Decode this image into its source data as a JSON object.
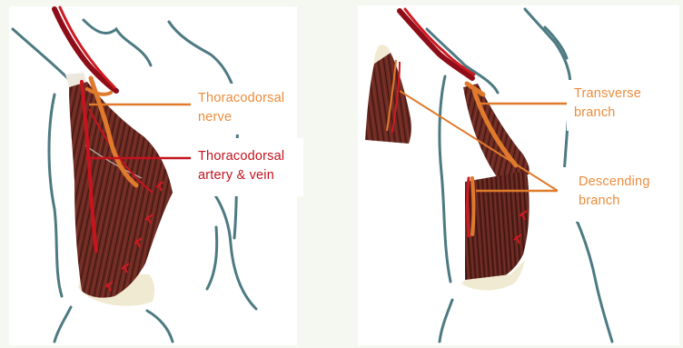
{
  "colors": {
    "background": "#f4f8f1",
    "panel": "#ffffff",
    "nerve_label": "#ec8c3b",
    "vessel_label": "#c4121e",
    "muscle": "#6b2a22",
    "muscle_fiber": "#3d1410",
    "tendon": "#f1ead2",
    "nerve": "#e07a2c",
    "artery": "#d01a22",
    "artery_dark": "#8e0d18",
    "body_outline": "#4d7a82"
  },
  "figure": {
    "left_panel": {
      "labels": {
        "nerve": "Thoracodorsal\nnerve",
        "vessel": "Thoracodorsal\nartery & vein"
      }
    },
    "right_panel": {
      "labels": {
        "transverse": "Transverse\nbranch",
        "descending": "Descending\nbranch"
      }
    }
  }
}
